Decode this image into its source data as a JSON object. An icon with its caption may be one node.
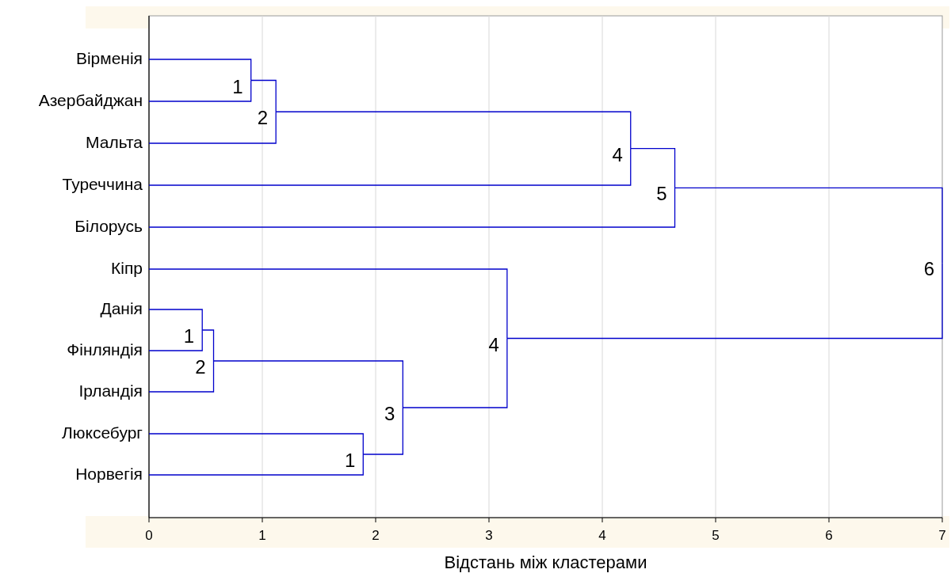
{
  "diagram": {
    "nodes": [
      {
        "text": [
          "Вірменія"
        ]
      },
      {
        "text": [
          "Азербайджан"
        ]
      },
      {
        "text": [
          "Мальта"
        ]
      },
      {
        "text": [
          "Туреччина"
        ]
      },
      {
        "text": [
          "Білорусь"
        ]
      },
      {
        "text": [
          "Кіпр"
        ]
      },
      {
        "text": [
          "Данія"
        ]
      },
      {
        "text": [
          "Фінляндія"
        ]
      },
      {
        "text": [
          "Ірландія"
        ]
      },
      {
        "text": [
          "Люксебург"
        ]
      },
      {
        "text": [
          "Норвегія"
        ]
      },
      {
        "text": [
          "1"
        ]
      },
      {
        "text": [
          "2"
        ]
      },
      {
        "text": [
          "4"
        ]
      },
      {
        "text": [
          "5"
        ]
      },
      {
        "text": [
          "1"
        ]
      },
      {
        "text": [
          "2"
        ]
      },
      {
        "text": [
          "1"
        ]
      },
      {
        "text": [
          "3"
        ]
      },
      {
        "text": [
          "4"
        ]
      },
      {
        "text": [
          "6"
        ]
      }
    ],
    "edges": [
      {
        "from": 0,
        "to": 11,
        "arrow": "none"
      },
      {
        "from": 1,
        "to": 11,
        "arrow": "none"
      },
      {
        "from": 11,
        "to": 12,
        "arrow": "none"
      },
      {
        "from": 2,
        "to": 12,
        "arrow": "none"
      },
      {
        "from": 12,
        "to": 13,
        "arrow": "none"
      },
      {
        "from": 3,
        "to": 13,
        "arrow": "none"
      },
      {
        "from": 13,
        "to": 14,
        "arrow": "none"
      },
      {
        "from": 4,
        "to": 14,
        "arrow": "none"
      },
      {
        "from": 6,
        "to": 15,
        "arrow": "none"
      },
      {
        "from": 7,
        "to": 15,
        "arrow": "none"
      },
      {
        "from": 15,
        "to": 16,
        "arrow": "none"
      },
      {
        "from": 8,
        "to": 16,
        "arrow": "none"
      },
      {
        "from": 9,
        "to": 17,
        "arrow": "none"
      },
      {
        "from": 10,
        "to": 17,
        "arrow": "none"
      },
      {
        "from": 16,
        "to": 18,
        "arrow": "none"
      },
      {
        "from": 17,
        "to": 18,
        "arrow": "none"
      },
      {
        "from": 5,
        "to": 19,
        "arrow": "none"
      },
      {
        "from": 18,
        "to": 19,
        "arrow": "none"
      },
      {
        "from": 14,
        "to": 20,
        "arrow": "none"
      },
      {
        "from": 19,
        "to": 20,
        "arrow": "none"
      }
    ],
    "labels": [
      "0",
      "1",
      "2",
      "3",
      "4",
      "5",
      "6",
      "7",
      "Відстань між кластерами"
    ]
  }
}
